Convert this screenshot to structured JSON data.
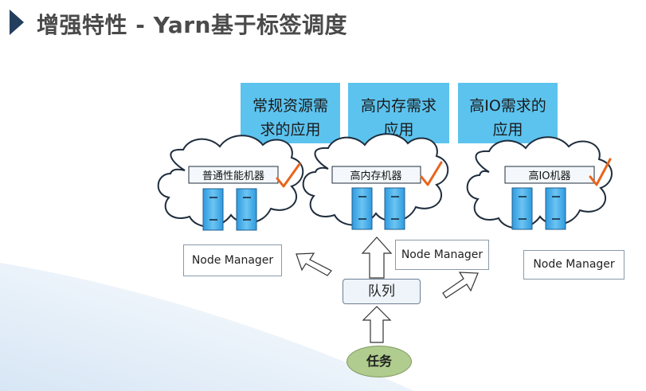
{
  "title": "增强特性 - Yarn基于标签调度",
  "requirements": [
    {
      "label": "常规资源需\n求的应用"
    },
    {
      "label": "高内存需求\n应用"
    },
    {
      "label": "高IO需求的\n应用"
    }
  ],
  "machines": [
    {
      "label": "普通性能机器"
    },
    {
      "label": "高内存机器"
    },
    {
      "label": "高IO机器"
    }
  ],
  "node_manager_label": "Node Manager",
  "queue_label": "队列",
  "task_label": "任务",
  "colors": {
    "requirement_box": "#5cc3ef",
    "cloud_border": "#1f2d3d",
    "server_fill": "#2e9be0",
    "checkmark": "#e8641c",
    "task_fill": "#b0cc8e",
    "title_arrow": "#243e5e"
  }
}
